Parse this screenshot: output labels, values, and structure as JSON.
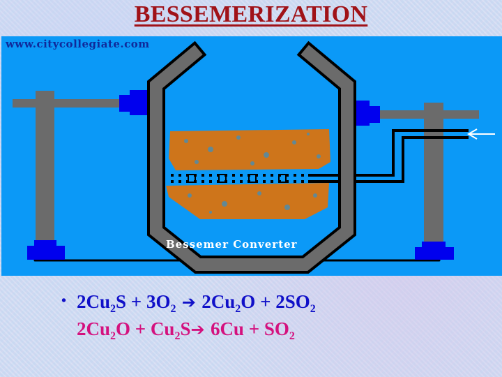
{
  "slide": {
    "title": "BESSEMERIZATION",
    "title_color": "#a01218"
  },
  "diagram": {
    "watermark": "www.citycollegiate.com",
    "caption": "Bessemer Converter",
    "background_color": "#0b99f7",
    "vessel_color": "#6b6b6b",
    "mount_color": "#0000ee",
    "charge_color": "#d9730f",
    "air_inlet_arrow": "left-arrow",
    "elements": [
      "stand-left",
      "stand-right",
      "converter-vessel",
      "molten-charge",
      "tuyeres",
      "air-pipe",
      "base-line"
    ]
  },
  "equations": {
    "bullet": "•",
    "eq1": {
      "color": "#1010c8",
      "lhs_1_coef": "2Cu",
      "lhs_1_sub": "2",
      "lhs_1_tail": "S",
      "plus1": " + ",
      "lhs_2_coef": "3O",
      "lhs_2_sub": "2",
      "arrow": " ➔ ",
      "rhs_1_coef": "2Cu",
      "rhs_1_sub": "2",
      "rhs_1_tail": "O",
      "plus2": " + ",
      "rhs_2_coef": "2SO",
      "rhs_2_sub": "2"
    },
    "eq2": {
      "color": "#d4117e",
      "lhs_1_coef": "2Cu",
      "lhs_1_sub": "2",
      "lhs_1_tail": "O",
      "plus1": " + ",
      "lhs_2_coef": "Cu",
      "lhs_2_sub": "2",
      "lhs_2_tail": "S",
      "arrow": "➔ ",
      "rhs_1": "6Cu",
      "plus2": " + ",
      "rhs_2_coef": "SO",
      "rhs_2_sub": "2"
    }
  }
}
